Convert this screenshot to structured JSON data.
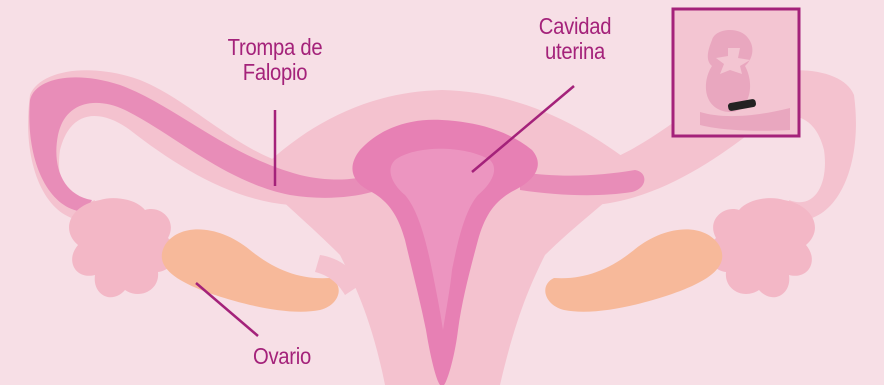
{
  "labels": {
    "fallopian_line1": "Trompa de",
    "fallopian_line2": "Falopio",
    "cavity_line1": "Cavidad",
    "cavity_line2": "uterina",
    "ovary": "Ovario"
  },
  "colors": {
    "background": "#f7dfe6",
    "uterus_body": "#f3bccb",
    "cavity": "#e577b0",
    "tube": "#e88db8",
    "ovary": "#f7b99a",
    "label_text": "#a4227a",
    "leader_line": "#a4227a",
    "inset_frame": "#a4227a",
    "clip": "#222222"
  },
  "icons": [
    "tubal-ligation-inset-icon"
  ]
}
